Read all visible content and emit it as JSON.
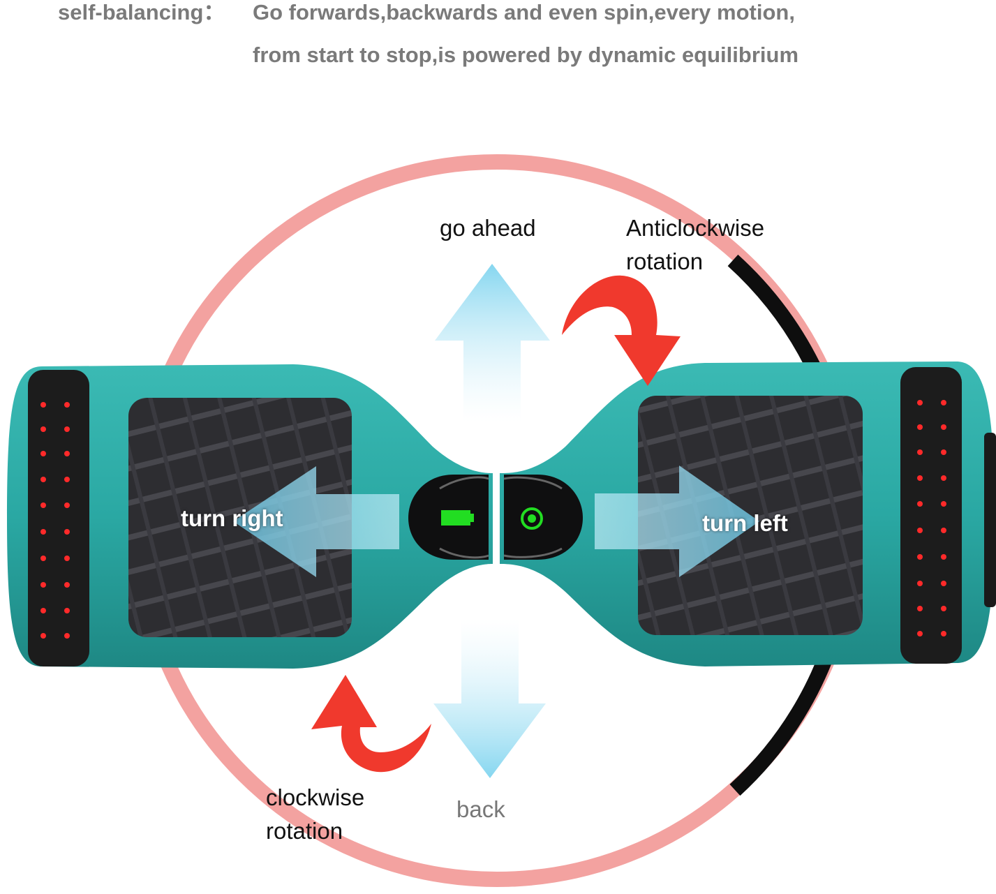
{
  "headline": {
    "label": "self-balancing：",
    "line1": "Go forwards,backwards and even spin,every motion,",
    "line2": "from start to stop,is powered by dynamic equilibrium"
  },
  "labels": {
    "go_ahead": "go ahead",
    "back": "back",
    "turn_right": "turn right",
    "turn_left": "turn left",
    "anticlockwise_line1": "Anticlockwise",
    "anticlockwise_line2": "rotation",
    "clockwise_line1": "clockwise",
    "clockwise_line2": "rotation"
  },
  "colors": {
    "ring": "#f3a2a0",
    "ring_dark": "#0e0e0e",
    "board": "#2aa8a3",
    "board_dark": "#1e8884",
    "pad": "#2d2d31",
    "led": "#ff2a2a",
    "motion_arrow": "#7fd4ef",
    "rotation_arrow": "#f0392d",
    "battery": "#22dd22"
  },
  "icons": [
    "battery-icon",
    "power-icon"
  ]
}
